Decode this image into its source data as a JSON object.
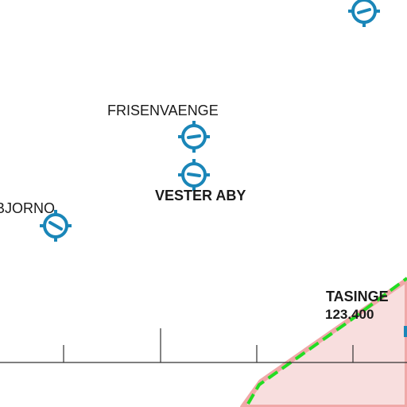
{
  "map": {
    "colors": {
      "airspace_border": "#f0a8a8",
      "airspace_fill": "#f8dede",
      "boundary_dash": "#22dd22",
      "airfield_symbol": "#1a86b8",
      "scale_line": "#333333",
      "label_text": "#1a1a1a"
    },
    "labels": {
      "frisenvaenge": "FRISENVAENGE",
      "vester_aby": "VESTER ABY",
      "bjorno": "BJORNO",
      "tasinge": "TASINGE",
      "tasinge_freq": "123.400"
    },
    "icons": {
      "airfield": "airfield-icon"
    }
  }
}
